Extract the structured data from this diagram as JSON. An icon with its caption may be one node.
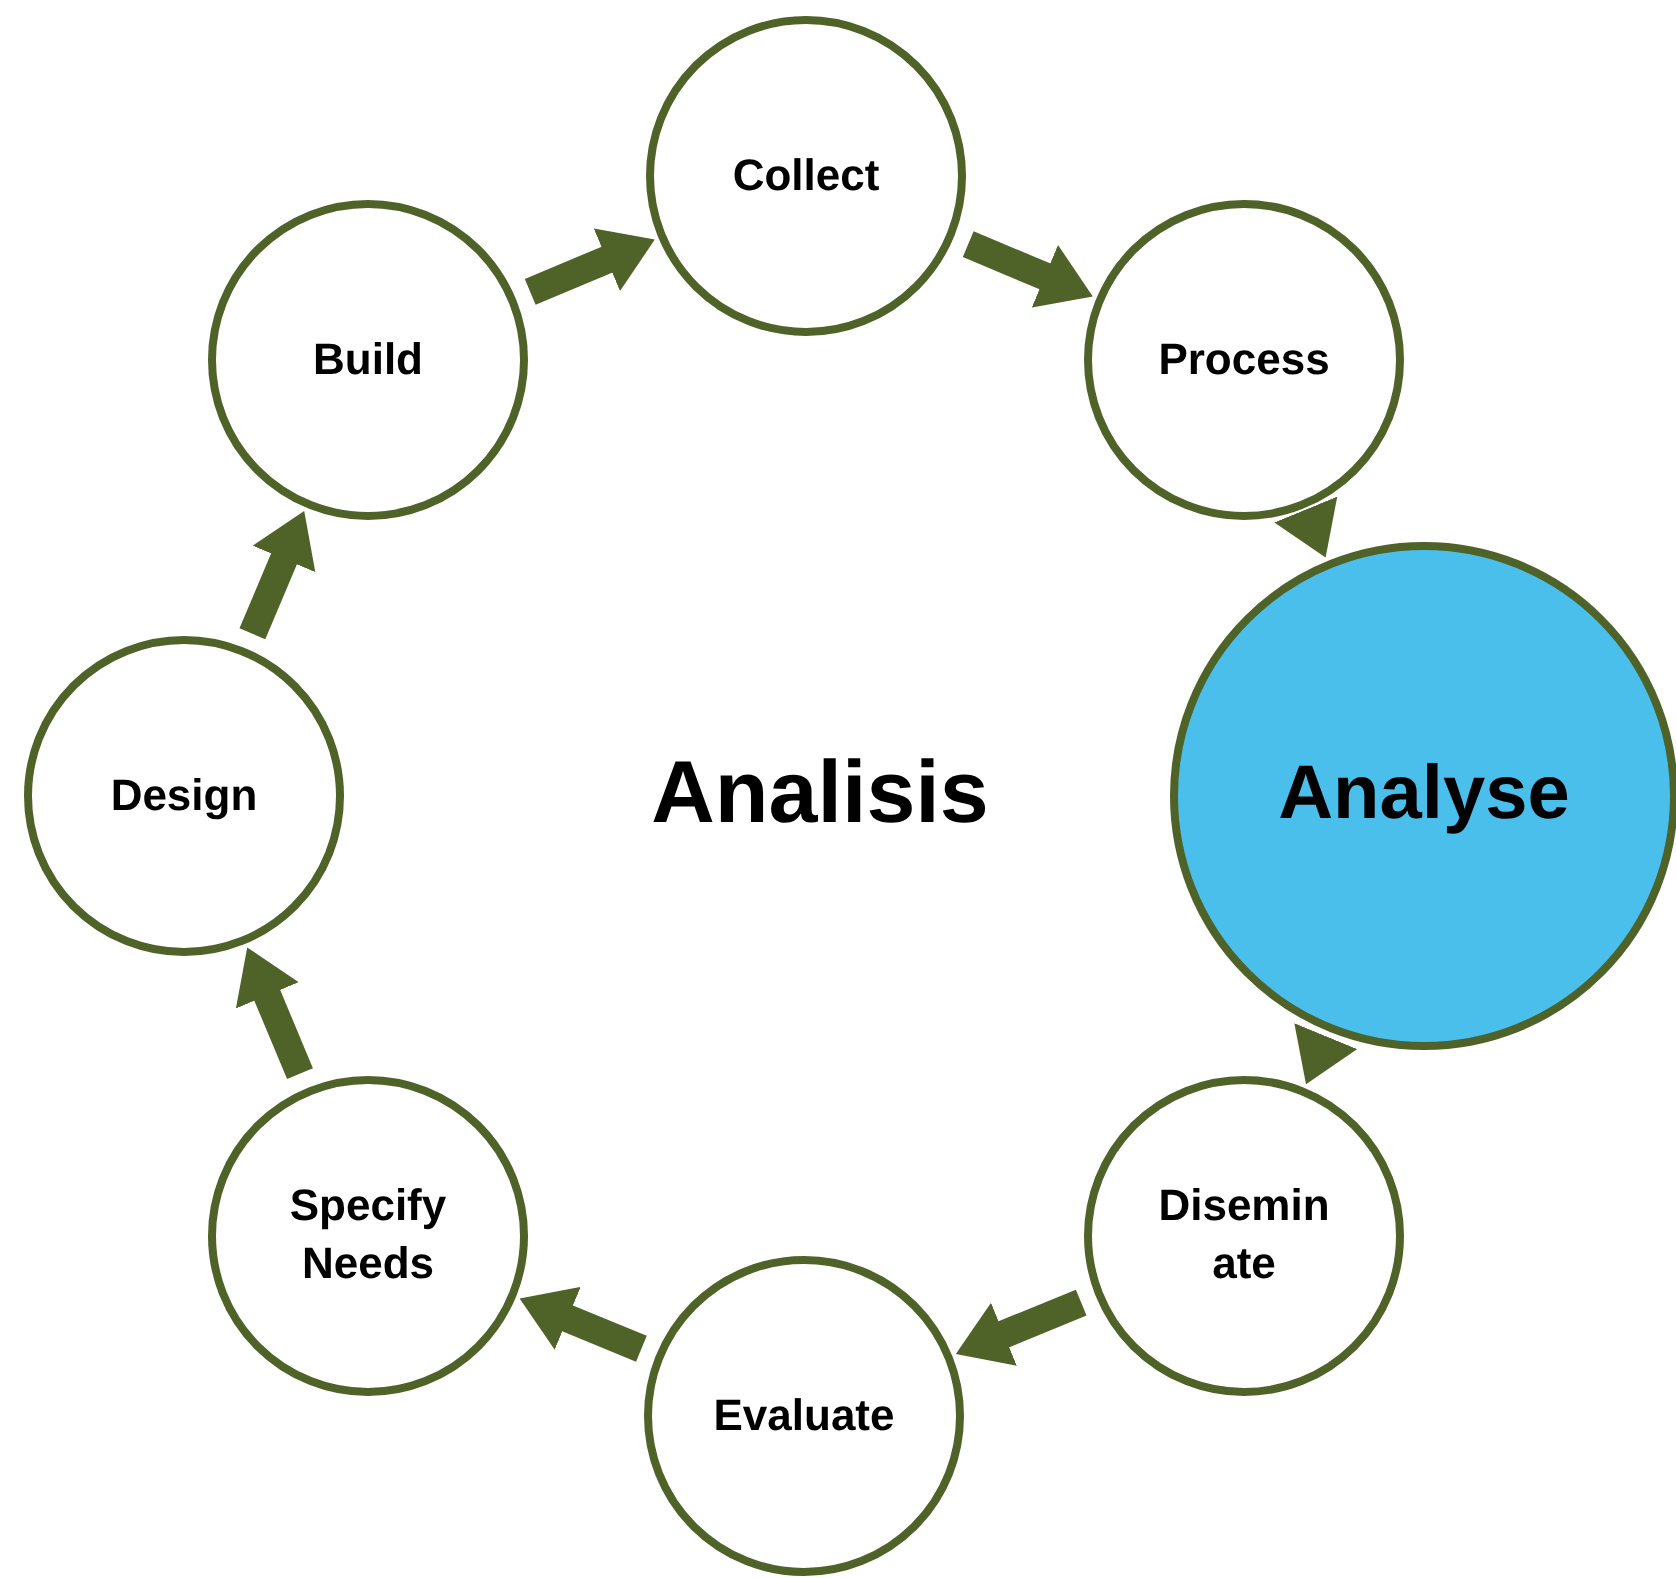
{
  "diagram": {
    "title": "Analisis",
    "nodes": [
      {
        "text": [
          "Collect"
        ]
      },
      {
        "text": [
          "Process"
        ]
      },
      {
        "text": [
          "Analyse"
        ]
      },
      {
        "text": [
          "Disemin ate"
        ]
      },
      {
        "text": [
          "Evaluate"
        ]
      },
      {
        "text": [
          "Specify Needs"
        ]
      },
      {
        "text": [
          "Design"
        ]
      },
      {
        "text": [
          "Build"
        ]
      }
    ],
    "edges": [
      {
        "from": 0,
        "to": 1,
        "arrow": "to"
      },
      {
        "from": 1,
        "to": 2,
        "arrow": "to"
      },
      {
        "from": 2,
        "to": 3,
        "arrow": "to"
      },
      {
        "from": 3,
        "to": 4,
        "arrow": "to"
      },
      {
        "from": 4,
        "to": 5,
        "arrow": "to"
      },
      {
        "from": 5,
        "to": 6,
        "arrow": "to"
      },
      {
        "from": 6,
        "to": 7,
        "arrow": "to"
      },
      {
        "from": 7,
        "to": 0,
        "arrow": "to"
      }
    ]
  }
}
